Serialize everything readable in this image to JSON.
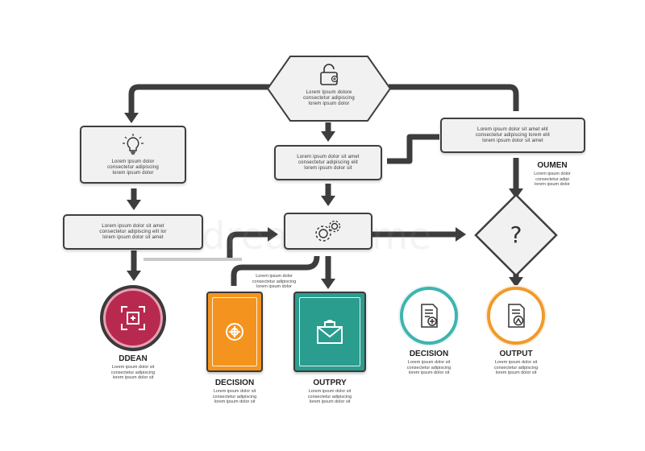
{
  "colors": {
    "connector": "#3d3d3d",
    "box_fill": "#f1f1f1",
    "crimson": "#b8294f",
    "orange": "#f4941e",
    "teal": "#2a9d8f",
    "light_teal": "#3fb4b0",
    "light_orange": "#f19a2b"
  },
  "nodes": {
    "start": {
      "text": "Lorem Ipsum dolore\nconsectetur adipiscing\nlorem ipsum dolor",
      "icon": "lock-icon"
    },
    "idea": {
      "text": "Lorem ipsum dolor\nconsectetur adipiscing\nlorem ipsum dolor",
      "icon": "lightbulb-icon"
    },
    "step_center": {
      "text": "Lorem ipsum dolor sit amet\nconsectetur adipiscing elit\nlorem ipsum dolor sit"
    },
    "step_right": {
      "text": "Lorem ipsum dolor sit amet elit\nconsectetur adipiscing lorem elit\nlorem ipsum dolor sit amet"
    },
    "step_left": {
      "text": "Lorem ipsum dolor sit amet\nconsectetur adipiscing elit lor\nlorem ipsum dolor sit amet"
    },
    "process": {
      "icon": "gears-icon"
    },
    "decision_diamond": {
      "icon": "question-mark-icon",
      "glyph": "?"
    },
    "side_note": {
      "title": "OUMEN",
      "text": "Lorem ipsum dolor\nconsectetur adipi\nlorem ipsum dolor"
    },
    "mid_note": {
      "text": "Lorem ipsum dolor\nconsectetur adipiscing\nlorem ipsum dolor"
    }
  },
  "outcomes": [
    {
      "title": "DDEAN",
      "text": "Lorem ipsum dolor sit\nconsectetur adipiscing\nlorem ipsum dolor sit",
      "icon": "frame-icon"
    },
    {
      "title": "DECISION",
      "text": "Lorem ipsum dolor sit\nconsectetur adipiscing\nlorem ipsum dolor sit",
      "icon": "target-icon"
    },
    {
      "title": "OUTPRY",
      "text": "Lorem ipsum dolor sit\nconsectetur adipiscing\nlorem ipsum dolor sit",
      "icon": "envelope-icon"
    },
    {
      "title": "DECISION",
      "text": "Lorem ipsum dolor sit\nconsectetur adipiscing\nlorem ipsum dolor sit",
      "icon": "document-icon"
    },
    {
      "title": "OUTPUT",
      "text": "Lorem ipsum dolor sit\nconsectetur adipiscing\nlorem ipsum dolor sit",
      "icon": "report-icon"
    }
  ],
  "watermark": "dreamstime"
}
